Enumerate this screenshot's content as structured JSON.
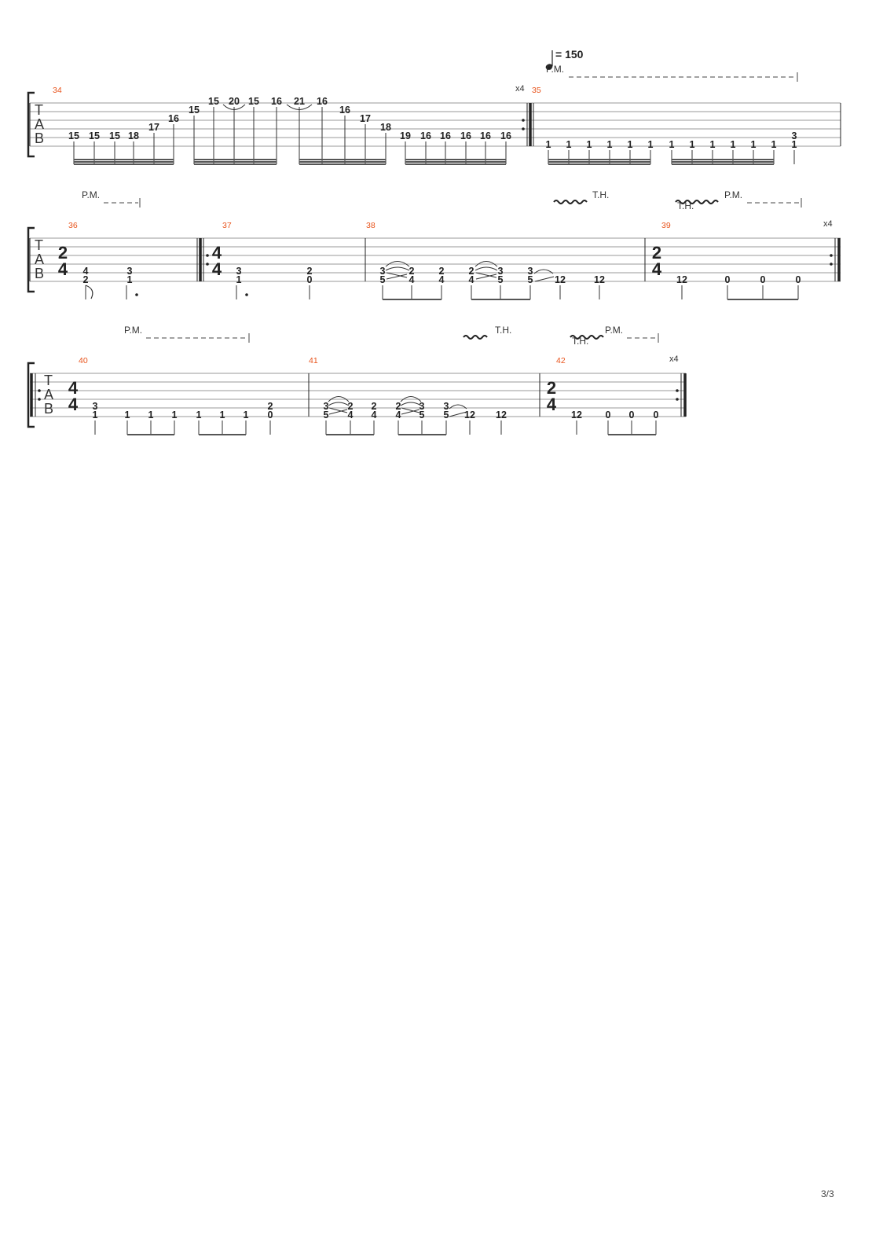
{
  "page": {
    "number": "3/3"
  },
  "tempo": {
    "value": "= 150"
  },
  "labels": {
    "palm_mute": "P.M.",
    "tap_harmonic": "T.H.",
    "tab_letters": [
      "T",
      "A",
      "B"
    ]
  },
  "systems": [
    {
      "measures": [
        {
          "number": "34",
          "repeat_end": true,
          "repeat_count": "x4",
          "frets": [
            "15",
            "15",
            "15",
            "18",
            "17",
            "16",
            "15",
            "15",
            "20",
            "15",
            "16",
            "21",
            "16",
            "16",
            "17",
            "18",
            "19",
            "16",
            "16",
            "16",
            "16",
            "16"
          ]
        },
        {
          "number": "35",
          "repeat_start": true,
          "frets": [
            "1",
            "1",
            "1",
            "1",
            "1",
            "1",
            "1",
            "1",
            "1",
            "1",
            "1",
            "1",
            "3",
            "1"
          ]
        }
      ]
    },
    {
      "measures": [
        {
          "number": "36",
          "time_signature": [
            "2",
            "4"
          ],
          "frets": [
            "4",
            "2",
            "3",
            "1"
          ]
        },
        {
          "number": "37",
          "repeat_start": true,
          "time_signature": [
            "4",
            "4"
          ],
          "frets": [
            "3",
            "1",
            "2",
            "0"
          ]
        },
        {
          "number": "38",
          "frets": [
            "3",
            "5",
            "2",
            "4",
            "2",
            "4",
            "2",
            "4",
            "3",
            "5",
            "3",
            "5",
            "12",
            "12"
          ]
        },
        {
          "number": "39",
          "time_signature": [
            "2",
            "4"
          ],
          "repeat_end": true,
          "repeat_count": "x4",
          "frets": [
            "12",
            "0",
            "0",
            "0"
          ]
        }
      ]
    },
    {
      "measures": [
        {
          "number": "40",
          "repeat_start": true,
          "time_signature": [
            "4",
            "4"
          ],
          "frets": [
            "3",
            "1",
            "1",
            "1",
            "1",
            "1",
            "1",
            "1",
            "2",
            "0"
          ]
        },
        {
          "number": "41",
          "frets": [
            "3",
            "5",
            "2",
            "4",
            "2",
            "4",
            "2",
            "4",
            "3",
            "5",
            "3",
            "5",
            "12",
            "12"
          ]
        },
        {
          "number": "42",
          "time_signature": [
            "2",
            "4"
          ],
          "repeat_end": true,
          "repeat_count": "x4",
          "frets": [
            "12",
            "0",
            "0",
            "0"
          ]
        }
      ]
    }
  ]
}
